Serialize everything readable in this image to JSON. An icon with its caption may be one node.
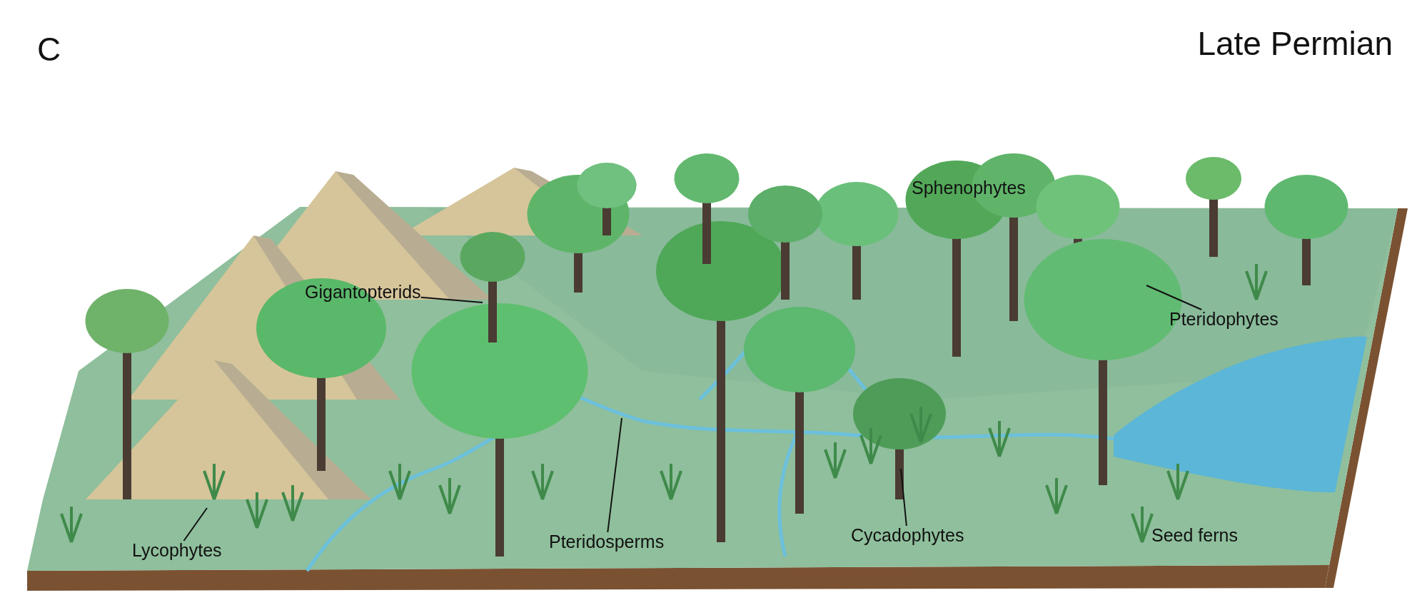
{
  "diagram": {
    "title": "Late Permian",
    "nodes": [
      {
        "text": [
          "Gigantopterids"
        ]
      },
      {
        "text": [
          "Lycophytes"
        ]
      },
      {
        "text": [
          "Pteridosperms"
        ]
      },
      {
        "text": [
          "Cycadophytes"
        ]
      },
      {
        "text": [
          "Pteridophytes"
        ]
      }
    ],
    "edges": [
      {
        "from": 0,
        "to": null,
        "arrow": "none"
      },
      {
        "from": 1,
        "to": null,
        "arrow": "none"
      },
      {
        "from": 2,
        "to": null,
        "arrow": "none"
      },
      {
        "from": 3,
        "to": null,
        "arrow": "none"
      },
      {
        "from": 4,
        "to": null,
        "arrow": "none"
      }
    ],
    "labels": [
      "C",
      "Sphenophytes",
      "Seed ferns"
    ]
  }
}
